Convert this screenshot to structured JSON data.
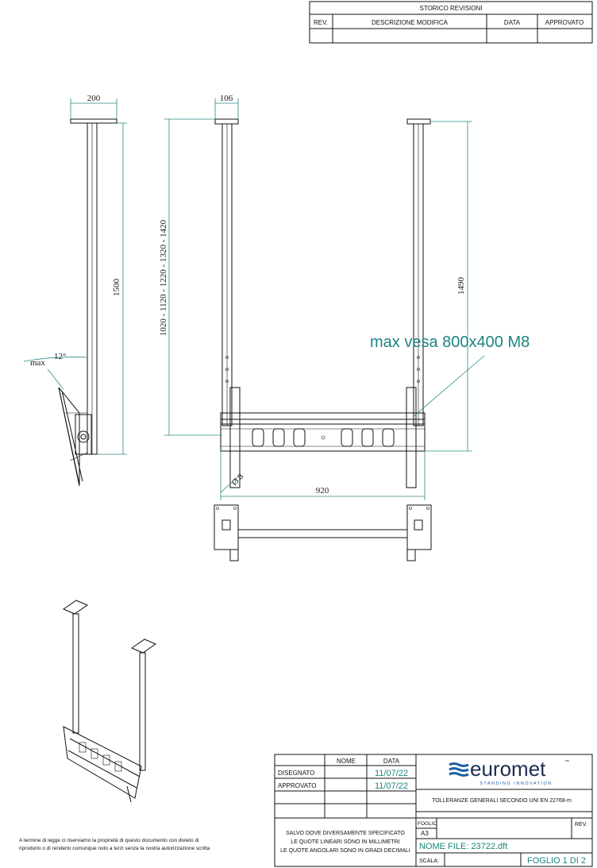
{
  "revision_table": {
    "title": "STORICO REVISIONI",
    "headers": [
      "REV.",
      "DESCRIZIONE MODIFICA",
      "DATA",
      "APPROVATO"
    ]
  },
  "dimensions": {
    "side_top_width": "200",
    "side_height": "1500",
    "tilt_label": "max",
    "tilt_angle": "12°",
    "front_top_width": "106",
    "front_heights": "1020 - 1120 - 1220 - 1320 - 1420",
    "front_right_height": "1490",
    "vesa_note": "max vesa 800x400 M8",
    "hole_diameter": "Ø 8",
    "bottom_width": "920"
  },
  "title_block": {
    "col_nome": "NOME",
    "col_data": "DATA",
    "row1_label": "DISEGNATO",
    "row1_date": "11/07/22",
    "row2_label": "APPROVATO",
    "row2_date": "11/07/22",
    "brand": "euromet",
    "brand_tm": "™",
    "tagline": "STANDING INNOVATION",
    "tolerance_note": "TOLLERANZE GENERALI SECONDO UNI EN 22768-m",
    "note_line1": "SALVO DOVE DIVERSAMENTE SPECIFICATO",
    "note_line2": "LE QUOTE LINEARI SONO IN MILLIMETRI",
    "note_line3": "LE QUOTE ANGOLARI SONO IN GRADI DECIMALI",
    "foglio_label": "FOGLIO",
    "foglio_value": "A3",
    "rev_label": "REV.",
    "file_name": "NOME FILE: 23722.dft",
    "scala_label": "SCALA:",
    "sheet": "FOGLIO 1 DI 2"
  },
  "copyright": {
    "line1": "A termine di legge ci riserviamo la proprietà di questo documento con divieto di",
    "line2": "riprodurlo o di renderlo comunque noto a terzi senza la nostra autorizzazione scritta"
  }
}
